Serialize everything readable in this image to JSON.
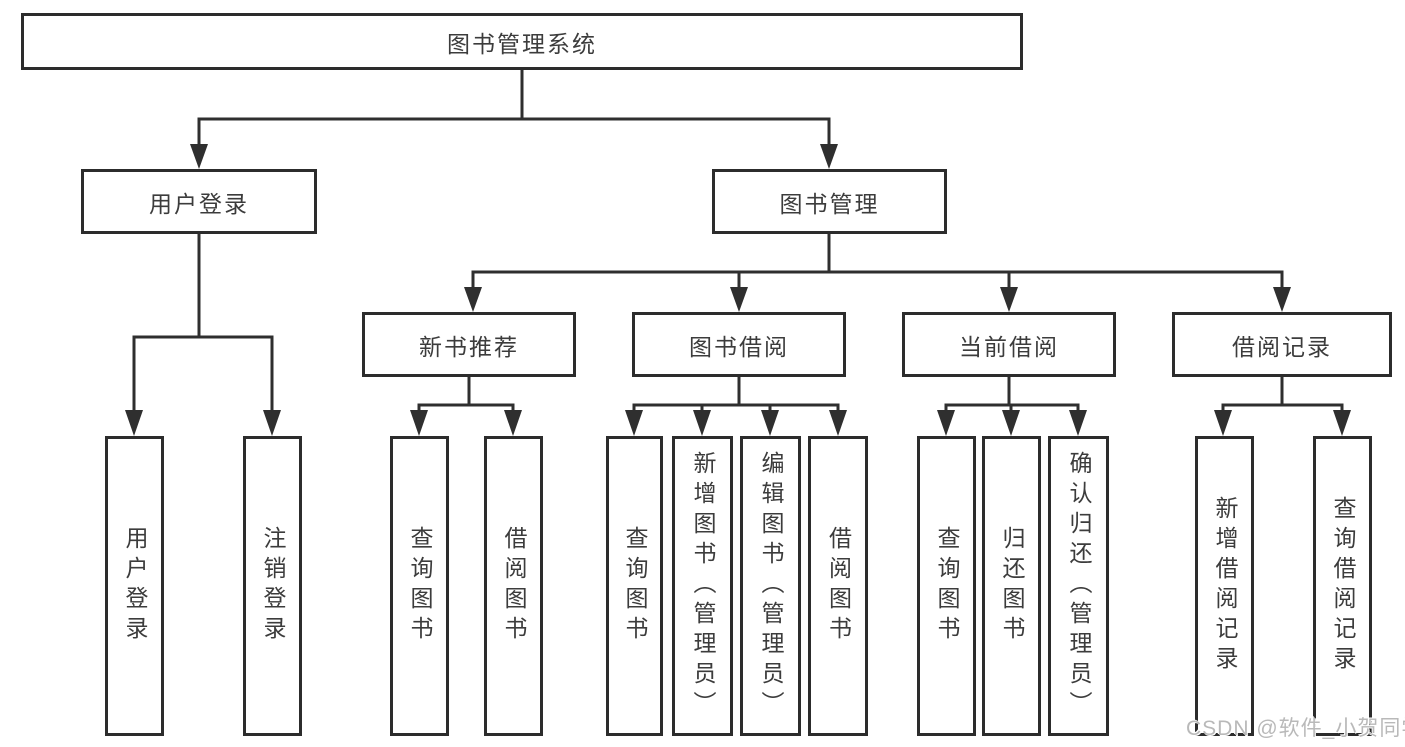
{
  "diagram": {
    "root": {
      "label": "图书管理系统"
    },
    "level2": {
      "user_login": {
        "label": "用户登录"
      },
      "book_mgmt": {
        "label": "图书管理"
      }
    },
    "level3": {
      "new_book_rec": {
        "label": "新书推荐"
      },
      "book_borrow": {
        "label": "图书借阅"
      },
      "current_borrow": {
        "label": "当前借阅"
      },
      "borrow_records": {
        "label": "借阅记录"
      }
    },
    "leaves": {
      "ul1": {
        "label": "用户登录"
      },
      "ul2": {
        "label": "注销登录"
      },
      "nb1": {
        "label": "查询图书"
      },
      "nb2": {
        "label": "借阅图书"
      },
      "bb1": {
        "label": "查询图书"
      },
      "bb2": {
        "label": "新增图书（管理员）"
      },
      "bb3": {
        "label": "编辑图书（管理员）"
      },
      "bb4": {
        "label": "借阅图书"
      },
      "cb1": {
        "label": "查询图书"
      },
      "cb2": {
        "label": "归还图书"
      },
      "cb3": {
        "label": "确认归还（管理员）"
      },
      "br1": {
        "label": "新增借阅记录"
      },
      "br2": {
        "label": "查询借阅记录"
      }
    }
  },
  "watermark": {
    "text": "CSDN @软件_小贺同学"
  },
  "colors": {
    "line": "#2f2f2f",
    "text": "#3c3c3c",
    "watermark": "#b9b9b9",
    "background": "#ffffff"
  }
}
